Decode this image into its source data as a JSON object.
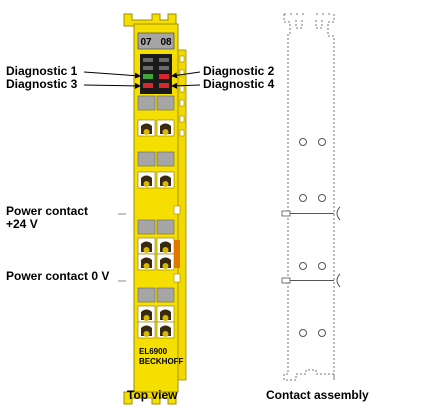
{
  "labels": {
    "diagnostic_1": "Diagnostic 1",
    "diagnostic_2": "Diagnostic 2",
    "diagnostic_3": "Diagnostic 3",
    "diagnostic_4": "Diagnostic 4",
    "power_contact_24v_line1": "Power contact",
    "power_contact_24v_line2": "+24 V",
    "power_contact_0v": "Power contact 0 V"
  },
  "module": {
    "channel_left": "07",
    "channel_right": "08",
    "model": "EL6900",
    "brand": "BECKHOFF"
  },
  "captions": {
    "top_view": "Top view",
    "contact_assembly": "Contact assembly"
  },
  "colors": {
    "housing_yellow": "#f5df00",
    "housing_outline": "#a08c00",
    "terminal_grey": "#a6a6a6",
    "led_green": "#3fa535",
    "led_red": "#d8262e",
    "orange_marker": "#e07800"
  }
}
